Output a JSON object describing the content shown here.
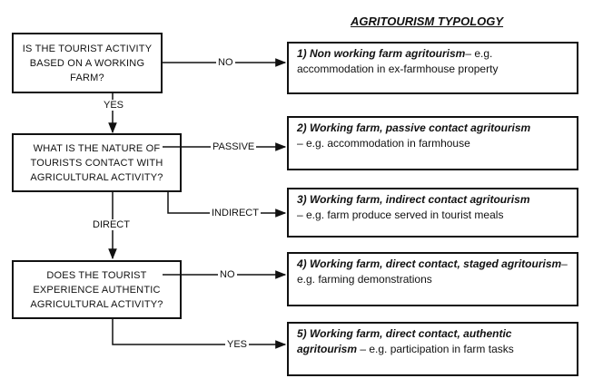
{
  "title": "AGRITOURISM TYPOLOGY",
  "questions": [
    {
      "text_lines": [
        "IS THE TOURIST ACTIVITY",
        "BASED ON A WORKING",
        "FARM?"
      ]
    },
    {
      "text_lines": [
        "WHAT IS THE NATURE OF",
        "TOURISTS CONTACT WITH",
        "AGRICULTURAL ACTIVITY?"
      ]
    },
    {
      "text_lines": [
        "DOES THE TOURIST",
        "EXPERIENCE AUTHENTIC",
        "AGRICULTURAL ACTIVITY?"
      ]
    }
  ],
  "types": [
    {
      "name": "1) Non working farm agritourism",
      "desc": "– e.g. accommodation in ex-farmhouse property"
    },
    {
      "name": "2) Working farm, passive contact agritourism",
      "desc": "– e.g. accommodation in farmhouse"
    },
    {
      "name": "3) Working farm, indirect contact agritourism",
      "desc": "– e.g. farm produce served in tourist meals"
    },
    {
      "name": "4) Working farm, direct contact, staged agritourism",
      "desc": "– e.g. farming demonstrations"
    },
    {
      "name": "5) Working farm, direct contact, authentic agritourism",
      "desc": " – e.g. participation in farm tasks"
    }
  ],
  "edge_labels": {
    "q1_no": "NO",
    "q1_yes": "YES",
    "q2_passive": "PASSIVE",
    "q2_indirect": "INDIRECT",
    "q2_direct": "DIRECT",
    "q3_no": "NO",
    "q3_yes": "YES"
  }
}
